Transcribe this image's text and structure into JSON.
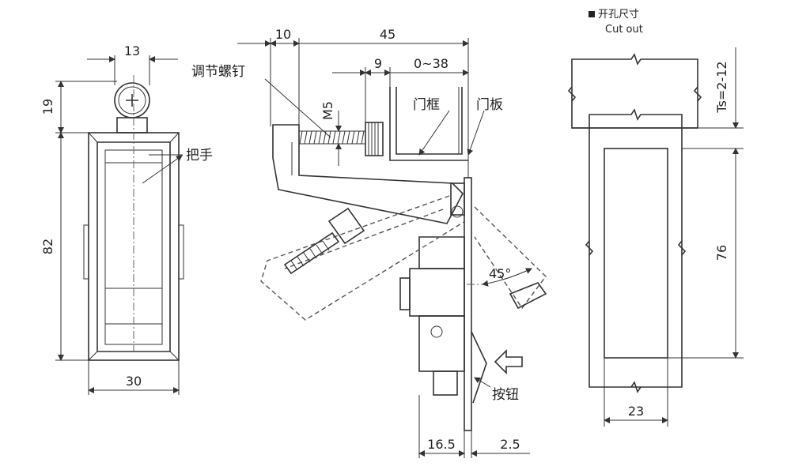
{
  "labels": {
    "cutout_title": "开孔尺寸",
    "cutout_subtitle": "Cut out",
    "adjust_screw": "调节螺钉",
    "handle": "把手",
    "door_frame": "门框",
    "door_panel": "门板",
    "button": "按钮",
    "m5": "M5",
    "ts": "Ts=2-12",
    "angle": "45°"
  },
  "dimensions": {
    "d13": "13",
    "d19": "19",
    "d82": "82",
    "d30": "30",
    "d10": "10",
    "d45": "45",
    "d9": "9",
    "d0_38": "0~38",
    "d16_5": "16.5",
    "d2_5": "2.5",
    "d76": "76",
    "d23": "23"
  }
}
